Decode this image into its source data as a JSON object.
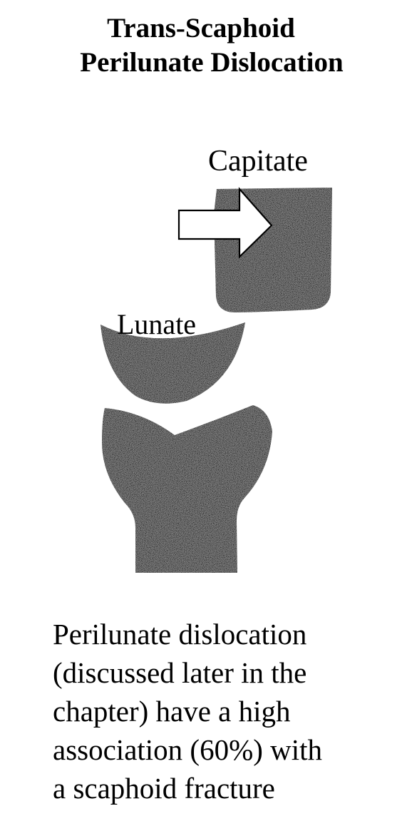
{
  "title": {
    "line1": "Trans-Scaphoid",
    "line2": "Perilunate Dislocation"
  },
  "labels": {
    "capitate": "Capitate",
    "lunate": "Lunate"
  },
  "caption": {
    "lines": [
      "Perilunate dislocation",
      "(discussed later in the",
      "chapter) have a high",
      "association (60%) with",
      "a scaphoid fracture"
    ]
  },
  "colors": {
    "bone_fill": "#8a8a8a",
    "arrow_fill": "#ffffff",
    "ink": "#000000"
  }
}
